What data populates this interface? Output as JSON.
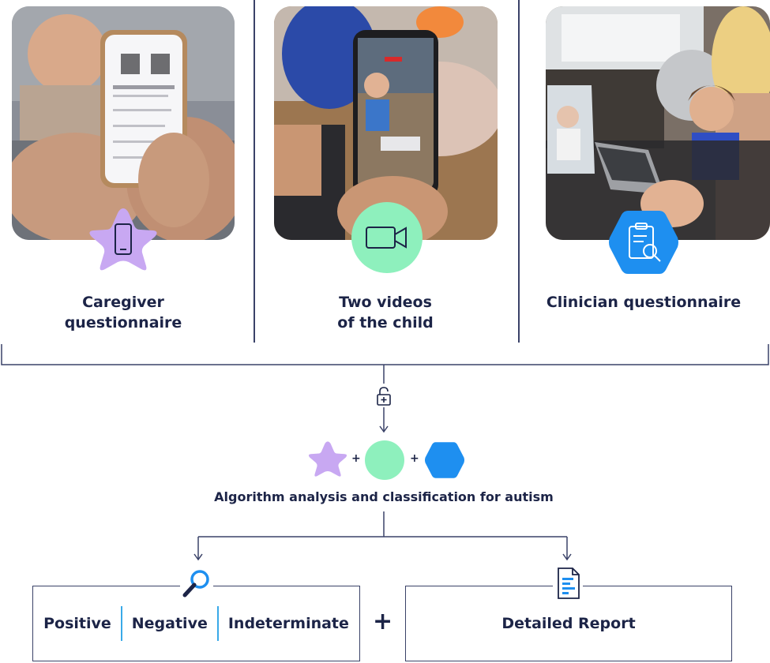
{
  "inputs": [
    {
      "label": "Caregiver\nquestionnaire",
      "icon": "phone-icon",
      "badge_shape": "star",
      "badge_color": "#c8a8f2"
    },
    {
      "label": "Two videos\nof the child",
      "icon": "video-camera-icon",
      "badge_shape": "circle",
      "badge_color": "#8ef0bd"
    },
    {
      "label": "Clinician questionnaire",
      "icon": "clipboard-search-icon",
      "badge_shape": "hexagon",
      "badge_color": "#1e8ff0"
    }
  ],
  "analysis": {
    "title": "Algorithm analysis and classification for autism",
    "plus_1": "+",
    "plus_2": "+"
  },
  "outcomes": {
    "results": [
      "Positive",
      "Negative",
      "Indeterminate"
    ],
    "join": "+",
    "report": "Detailed Report"
  },
  "colors": {
    "navy": "#1c2447",
    "line": "#3a4268",
    "accent_blue": "#39a9e8",
    "star": "#c8a8f2",
    "circle": "#8ef0bd",
    "hexagon": "#1e8ff0"
  }
}
